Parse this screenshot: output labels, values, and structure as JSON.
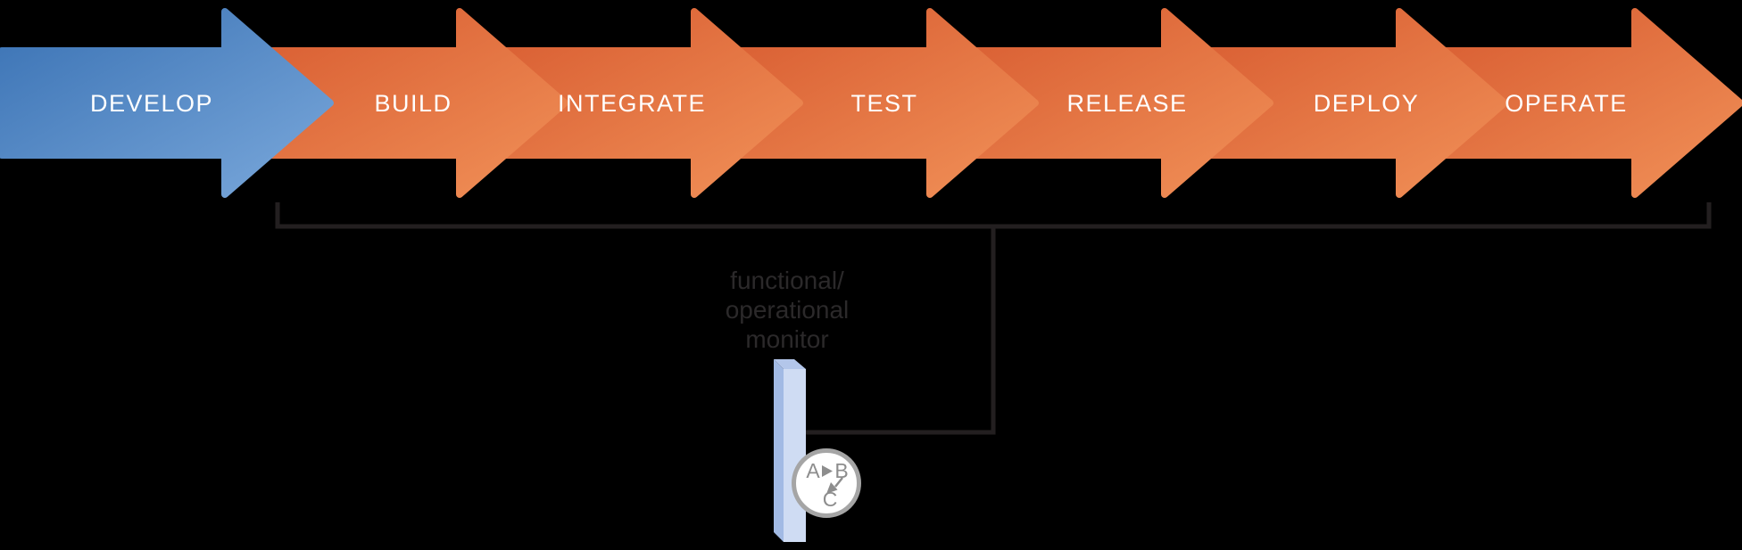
{
  "stages": [
    {
      "label": "DEVELOP",
      "color": "#3a72b4"
    },
    {
      "label": "BUILD",
      "color": "#d6582e"
    },
    {
      "label": "INTEGRATE",
      "color": "#d6582e"
    },
    {
      "label": "TEST",
      "color": "#d6582e"
    },
    {
      "label": "RELEASE",
      "color": "#d6582e"
    },
    {
      "label": "DEPLOY",
      "color": "#d6582e"
    },
    {
      "label": "OPERATE",
      "color": "#d6582e"
    }
  ],
  "monitor": {
    "lines": [
      "functional/",
      "operational",
      "monitor"
    ]
  },
  "abc_icon": {
    "a": "A",
    "b": "B",
    "c": "C"
  },
  "colors": {
    "background": "#000000",
    "blue_gradient_start": "#3a72b4",
    "blue_gradient_end": "#7aa8db",
    "orange_gradient_start": "#d6582e",
    "orange_gradient_end": "#f19158",
    "stage_label_text": "#ffffff",
    "bracket_line": "#231f20",
    "monitor_text": "#2b292a",
    "bar_front": "#cfdcf3",
    "bar_side": "#a2bae4",
    "bar_top": "#b3c6ea",
    "abc_circle_fill": "#ffffff",
    "abc_circle_border": "#a5a5a5",
    "abc_text": "#8d8d8d"
  }
}
